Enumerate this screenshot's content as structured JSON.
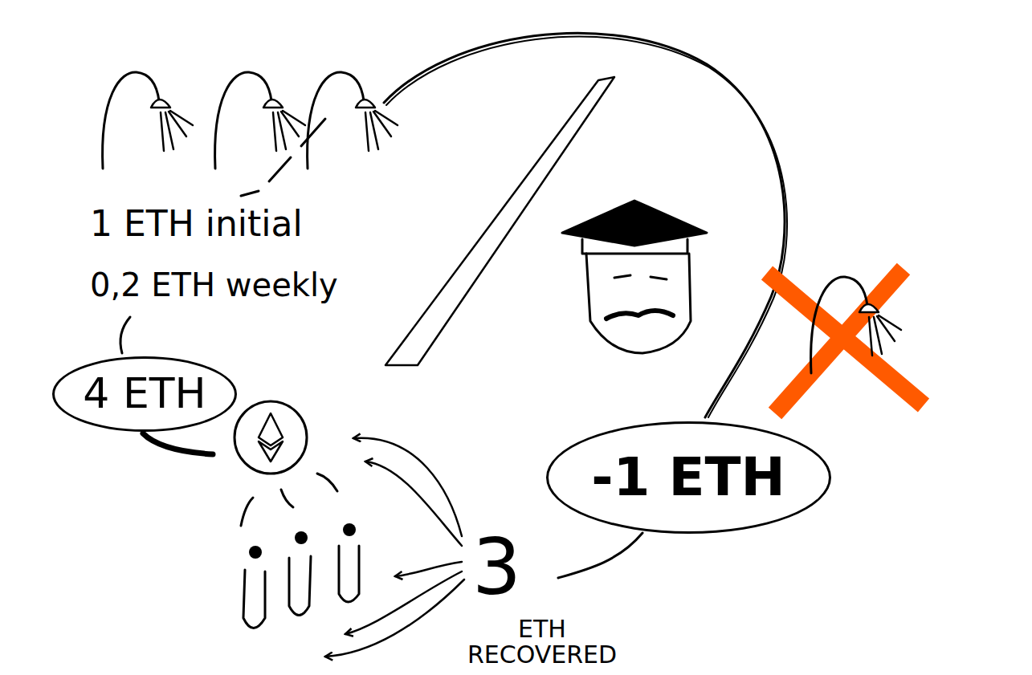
{
  "diagram": {
    "nodes": [
      {
        "text": [
          "4 ETH"
        ]
      },
      {
        "text": [
          "-1 ETH"
        ]
      }
    ],
    "labels": [
      "1 ETH initial",
      "0,2 ETH weekly",
      "3",
      "ETH RECOVERED"
    ]
  }
}
